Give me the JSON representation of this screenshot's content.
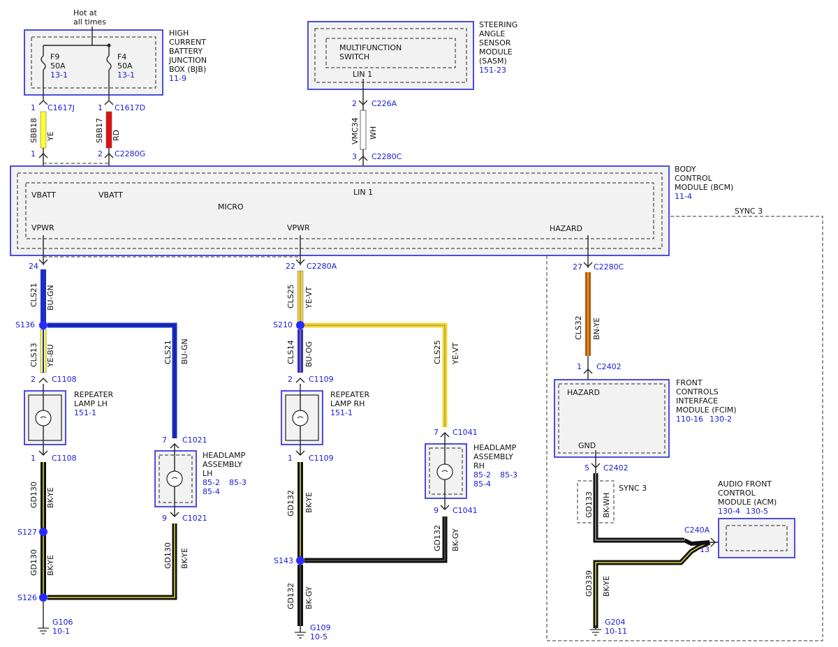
{
  "top_note": [
    "Hot at",
    "all times"
  ],
  "bjb": {
    "title": [
      "HIGH",
      "CURRENT",
      "BATTERY",
      "JUNCTION",
      "BOX (BJB)"
    ],
    "ref": "11-9",
    "fuses": [
      {
        "name": "F9",
        "rating": "50A",
        "ref": "13-1"
      },
      {
        "name": "F4",
        "rating": "50A",
        "ref": "13-1"
      }
    ]
  },
  "sasm": {
    "title": [
      "STEERING",
      "ANGLE",
      "SENSOR",
      "MODULE",
      "(SASM)"
    ],
    "ref": "151-23",
    "inner_label": [
      "MULTIFUNCTION",
      "SWITCH"
    ],
    "pin_label": "LIN 1"
  },
  "bcm": {
    "title": [
      "BODY",
      "CONTROL",
      "MODULE (BCM)"
    ],
    "ref": "11-4",
    "micro": "MICRO",
    "pins": {
      "vbatt1": "VBATT",
      "vbatt2": "VBATT",
      "lin": "LIN 1",
      "vpwr1": "VPWR",
      "vpwr2": "VPWR",
      "hazard": "HAZARD"
    }
  },
  "sync_region": "SYNC 3",
  "connectors": {
    "c1617j": {
      "pin": "1",
      "name": "C1617J"
    },
    "c1617d": {
      "pin": "1",
      "name": "C1617D"
    },
    "c2280g_1": {
      "pin": "1",
      "name": ""
    },
    "c2280g_2": {
      "pin": "2",
      "name": "C2280G"
    },
    "c226a": {
      "pin": "2",
      "name": "C226A"
    },
    "c2280c_3": {
      "pin": "3",
      "name": "C2280C"
    },
    "c2280_24": {
      "pin": "24",
      "name": ""
    },
    "c2280a": {
      "pin": "22",
      "name": "C2280A"
    },
    "c2280c_27": {
      "pin": "27",
      "name": "C2280C"
    },
    "c1108_2": {
      "pin": "2",
      "name": "C1108"
    },
    "c1108_1": {
      "pin": "1",
      "name": "C1108"
    },
    "c1109_2": {
      "pin": "2",
      "name": "C1109"
    },
    "c1109_1": {
      "pin": "1",
      "name": "C1109"
    },
    "c1021_7": {
      "pin": "7",
      "name": "C1021"
    },
    "c1021_9": {
      "pin": "9",
      "name": "C1021"
    },
    "c1041_7": {
      "pin": "7",
      "name": "C1041"
    },
    "c1041_9": {
      "pin": "9",
      "name": "C1041"
    },
    "c2402_1": {
      "pin": "1",
      "name": "C2402"
    },
    "c2402_5": {
      "pin": "5",
      "name": "C2402"
    },
    "c240a": {
      "pin": "13",
      "name": "C240A"
    }
  },
  "wires": {
    "sbb18": {
      "circuit": "SBB18",
      "color": "YE",
      "hex": "#ffff33"
    },
    "sbb17": {
      "circuit": "SBB17",
      "color": "RD",
      "hex": "#e01010"
    },
    "vmc34": {
      "circuit": "VMC34",
      "color": "WH",
      "hex": "#ffffff"
    },
    "cls21a": {
      "circuit": "CLS21",
      "color": "BU-GN",
      "hex": "#1a2fc8"
    },
    "cls13": {
      "circuit": "CLS13",
      "color": "YE-BU",
      "hex": "#ffff55"
    },
    "cls21b": {
      "circuit": "CLS21",
      "color": "BU-GN",
      "hex": "#1a2fc8"
    },
    "gd130a": {
      "circuit": "GD130",
      "color": "BK-YE",
      "hex": "#111111"
    },
    "gd130b": {
      "circuit": "GD130",
      "color": "BK-YE",
      "hex": "#111111"
    },
    "gd130c": {
      "circuit": "GD130",
      "color": "BK-YE",
      "hex": "#111111"
    },
    "cls25a": {
      "circuit": "CLS25",
      "color": "YE-VT",
      "hex": "#f0d83a"
    },
    "cls14": {
      "circuit": "CLS14",
      "color": "BU-OG",
      "hex": "#2a2fd0"
    },
    "cls25b": {
      "circuit": "CLS25",
      "color": "YE-VT",
      "hex": "#f0d83a"
    },
    "gd132a": {
      "circuit": "GD132",
      "color": "BK-YE",
      "hex": "#111111"
    },
    "gd132b": {
      "circuit": "GD132",
      "color": "BK-GY",
      "hex": "#111111"
    },
    "gd132c": {
      "circuit": "GD132",
      "color": "BK-GY",
      "hex": "#111111"
    },
    "cls32": {
      "circuit": "CLS32",
      "color": "BN-YE",
      "hex": "#b85a10"
    },
    "gd133": {
      "circuit": "GD133",
      "color": "BK-WH",
      "hex": "#111111"
    },
    "gd339": {
      "circuit": "GD339",
      "color": "BK-YE",
      "hex": "#111111"
    }
  },
  "splices": {
    "s136": "S136",
    "s127": "S127",
    "s126": "S126",
    "s210": "S210",
    "s143": "S143"
  },
  "grounds": {
    "g106": {
      "name": "G106",
      "ref": "10-1"
    },
    "g109": {
      "name": "G109",
      "ref": "10-5"
    },
    "g204": {
      "name": "G204",
      "ref": "10-11"
    }
  },
  "repeater_lh": {
    "title": [
      "REPEATER",
      "LAMP LH"
    ],
    "ref": "151-1"
  },
  "repeater_rh": {
    "title": [
      "REPEATER",
      "LAMP RH"
    ],
    "ref": "151-1"
  },
  "headlamp_lh": {
    "title": [
      "HEADLAMP",
      "ASSEMBLY",
      "LH"
    ],
    "refs": [
      "85-2",
      "85-3",
      "85-4"
    ]
  },
  "headlamp_rh": {
    "title": [
      "HEADLAMP",
      "ASSEMBLY",
      "RH"
    ],
    "refs": [
      "85-2",
      "85-3",
      "85-4"
    ]
  },
  "fcim": {
    "title": [
      "FRONT",
      "CONTROLS",
      "INTERFACE",
      "MODULE (FCIM)"
    ],
    "refs": [
      "110-16",
      "130-2"
    ],
    "pin_hazard": "HAZARD",
    "pin_gnd": "GND"
  },
  "sync_splice_label": "SYNC 3",
  "acm": {
    "title": [
      "AUDIO FRONT",
      "CONTROL",
      "MODULE (ACM)"
    ],
    "refs": [
      "130-4",
      "130-5"
    ]
  }
}
